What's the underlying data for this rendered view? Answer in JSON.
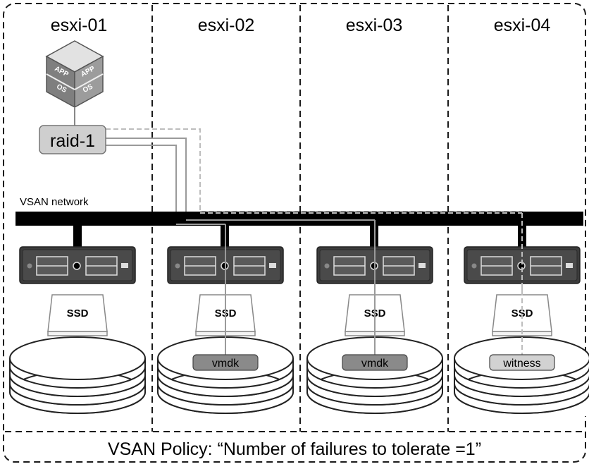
{
  "hosts": [
    {
      "name": "esxi-01",
      "object": ""
    },
    {
      "name": "esxi-02",
      "object": "vmdk"
    },
    {
      "name": "esxi-03",
      "object": "vmdk"
    },
    {
      "name": "esxi-04",
      "object": "witness"
    }
  ],
  "vm": {
    "app_label": "APP",
    "os_label": "OS",
    "icon": "virtual-machine-icon"
  },
  "raid_label": "raid-1",
  "network_label": "VSAN network",
  "ssd_label": "SSD",
  "policy_text": "VSAN Policy: “Number of failures to tolerate =1”",
  "colors": {
    "line": "#000000",
    "frame": "#1a1a1a",
    "raid_fill": "#cfcfcf",
    "vmdk_fill": "#8a8a8a",
    "witness_fill": "#d2d2d2",
    "server_fill": "#3c3c3c",
    "link_solid": "#9a9a9a",
    "link_dashed": "#bdbdbd"
  }
}
